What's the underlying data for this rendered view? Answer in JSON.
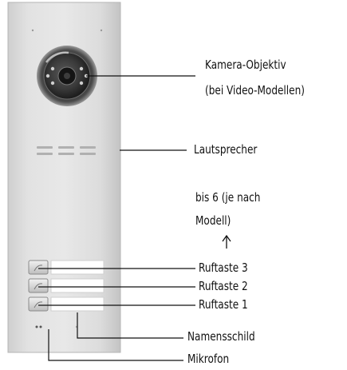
{
  "labels": {
    "camera_line1": "Kamera-Objektiv",
    "camera_line2": "(bei Video-Modellen)",
    "speaker": "Lautsprecher",
    "buttons_line1": "bis 6 (je nach",
    "buttons_line2": "Modell)",
    "button3": "Ruftaste  3",
    "button2": "Ruftaste 2",
    "button1": "Ruftaste 1",
    "nameplate": "Namensschild",
    "microphone": "Mikrofon"
  },
  "icons": {
    "arrow": "arrow-up-icon"
  },
  "colors": {
    "panel": "#d9d9d9",
    "panel_edge": "#b9b9b9",
    "nameplate": "#ffffff",
    "lens": "#2a2a2a",
    "leader_line": "#111111"
  }
}
